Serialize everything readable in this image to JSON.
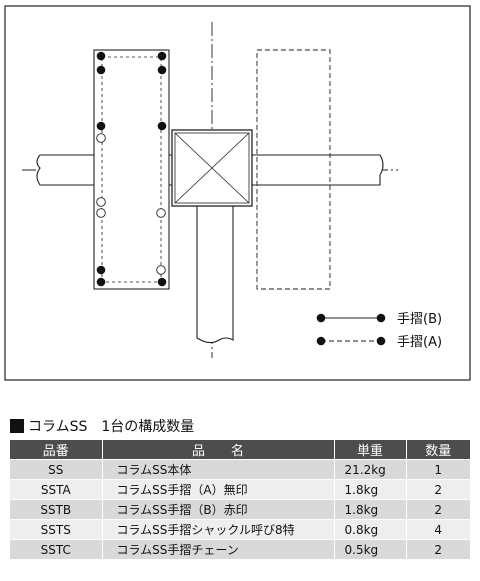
{
  "legend": {
    "b_label": "手摺(B)",
    "a_label": "手摺(A)"
  },
  "table": {
    "title": "コラムSS　1台の構成数量",
    "headers": {
      "code": "品番",
      "name": "品　　名",
      "weight": "単重",
      "qty": "数量"
    },
    "rows": [
      {
        "code": "SS",
        "name": "コラムSS本体",
        "weight": "21.2kg",
        "qty": "1"
      },
      {
        "code": "SSTA",
        "name": "コラムSS手摺（A）無印",
        "weight": "1.8kg",
        "qty": "2"
      },
      {
        "code": "SSTB",
        "name": "コラムSS手摺（B）赤印",
        "weight": "1.8kg",
        "qty": "2"
      },
      {
        "code": "SSTS",
        "name": "コラムSS手摺シャックル呼び8特",
        "weight": "0.8kg",
        "qty": "4"
      },
      {
        "code": "SSTC",
        "name": "コラムSS手摺チェーン",
        "weight": "0.5kg",
        "qty": "2"
      }
    ]
  }
}
